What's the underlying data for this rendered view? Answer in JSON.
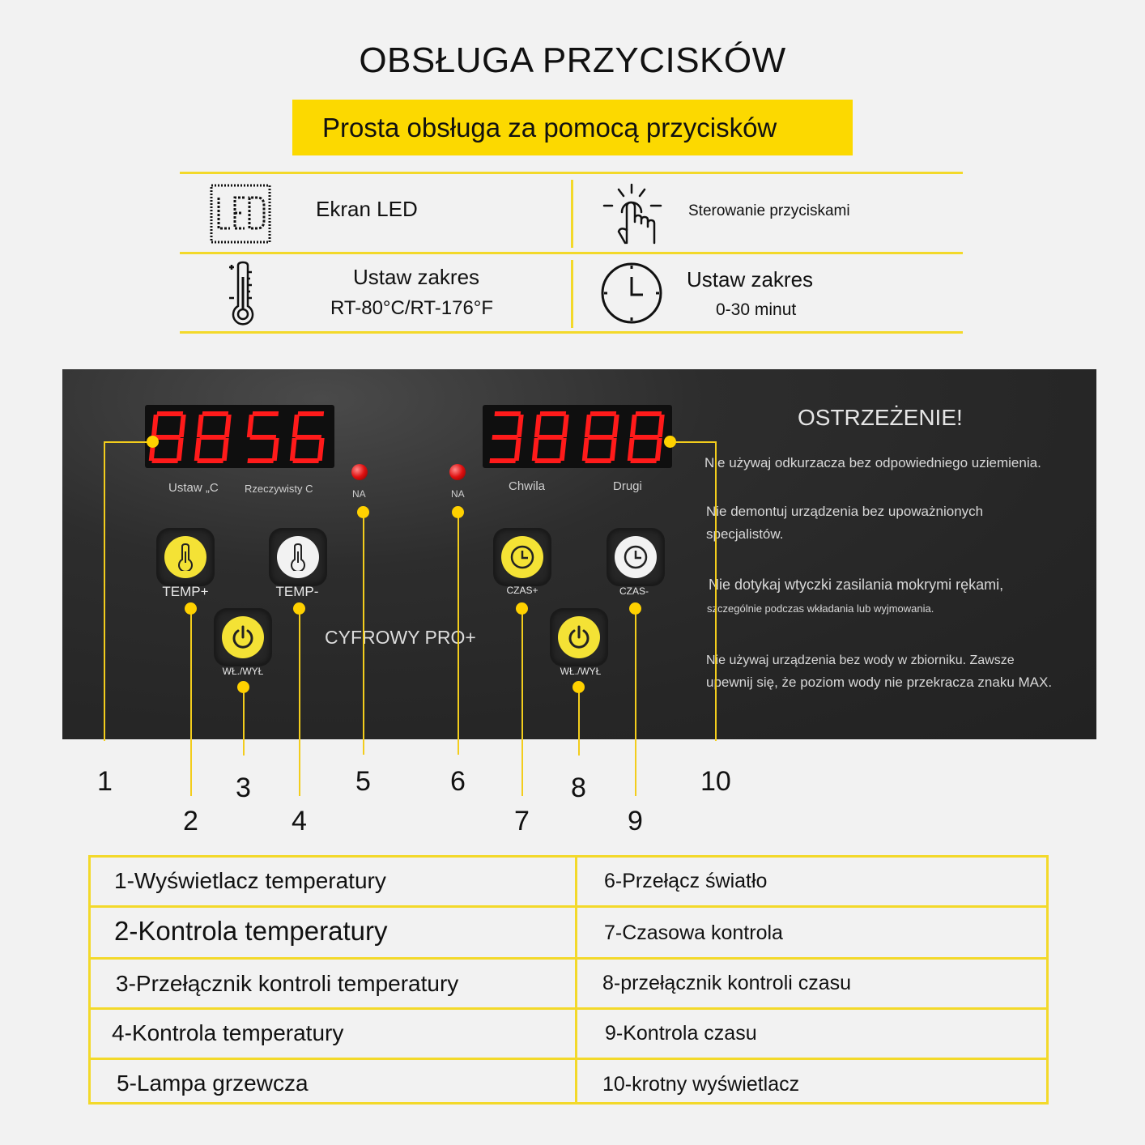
{
  "header": {
    "title": "OBSŁUGA PRZYCISKÓW",
    "banner": "Prosta obsługa za pomocą przycisków"
  },
  "features": [
    {
      "icon": "led-display-icon",
      "label": "Ekran LED"
    },
    {
      "icon": "touch-button-icon",
      "label": "Sterowanie przyciskami"
    },
    {
      "icon": "thermometer-icon",
      "label": "Ustaw zakres",
      "sub": "RT-80°C/RT-176°F"
    },
    {
      "icon": "clock-icon",
      "label": "Ustaw zakres",
      "sub": "0-30 minut"
    }
  ],
  "panel": {
    "temp_display": {
      "digits": "8856",
      "label_set": "Ustaw „C",
      "label_actual": "Rzeczywisty C"
    },
    "time_display": {
      "digits": "3888",
      "label_moment": "Chwila",
      "label_second": "Drugi"
    },
    "led_label": "NA",
    "buttons": {
      "temp_plus": "TEMP+",
      "temp_minus": "TEMP-",
      "power": "WŁ./WYŁ",
      "time_plus": "CZAS+",
      "time_minus": "CZAS-"
    },
    "brand": "CYFROWY PRO+",
    "warning": {
      "title": "OSTRZEŻENIE!",
      "lines": [
        "Nie używaj odkurzacza bez odpowiedniego uziemienia.",
        "Nie demontuj urządzenia bez upoważnionych",
        "specjalistów.",
        "Nie dotykaj wtyczki zasilania mokrymi rękami,",
        "szczególnie podczas wkładania lub wyjmowania.",
        "Nie używaj urządzenia bez wody w zbiorniku. Zawsze",
        "upewnij się, że poziom wody nie przekracza znaku MAX."
      ]
    }
  },
  "callout_numbers": [
    "1",
    "2",
    "3",
    "4",
    "5",
    "6",
    "7",
    "8",
    "9",
    "10"
  ],
  "legend": {
    "left": [
      "1-Wyświetlacz temperatury",
      "2-Kontrola temperatury",
      "3-Przełącznik kontroli temperatury",
      "4-Kontrola temperatury",
      "5-Lampa grzewcza"
    ],
    "right": [
      "6-Przełącz światło",
      "7-Czasowa kontrola",
      "8-przełącznik kontroli czasu",
      "9-Kontrola czasu",
      "10-krotny wyświetlacz"
    ]
  },
  "colors": {
    "accent": "#fcd900",
    "line": "#f3d92a",
    "segment": "#ff1a1a",
    "panel": "#2a2a2a"
  }
}
